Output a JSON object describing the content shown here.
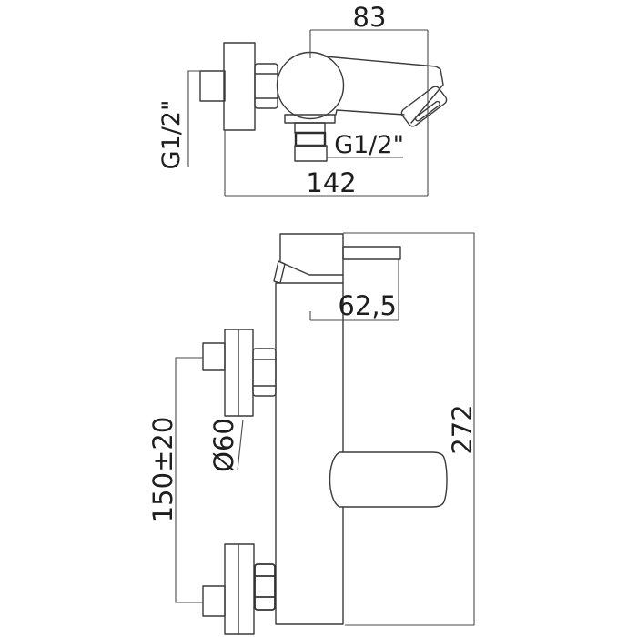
{
  "colors": {
    "background": "#ffffff",
    "line": "#3a3a3a",
    "text": "#1e1e1e"
  },
  "top_view": {
    "dim_spout_projection": "83",
    "dim_overall_depth": "142",
    "label_inlet_thread": "G1/2\"",
    "label_outlet_thread": "G1/2\""
  },
  "front_view": {
    "dim_handle_offset": "62,5",
    "dim_overall_height": "272",
    "label_escutcheon_diameter": "Ø60",
    "dim_inlet_centers": "150±20"
  }
}
